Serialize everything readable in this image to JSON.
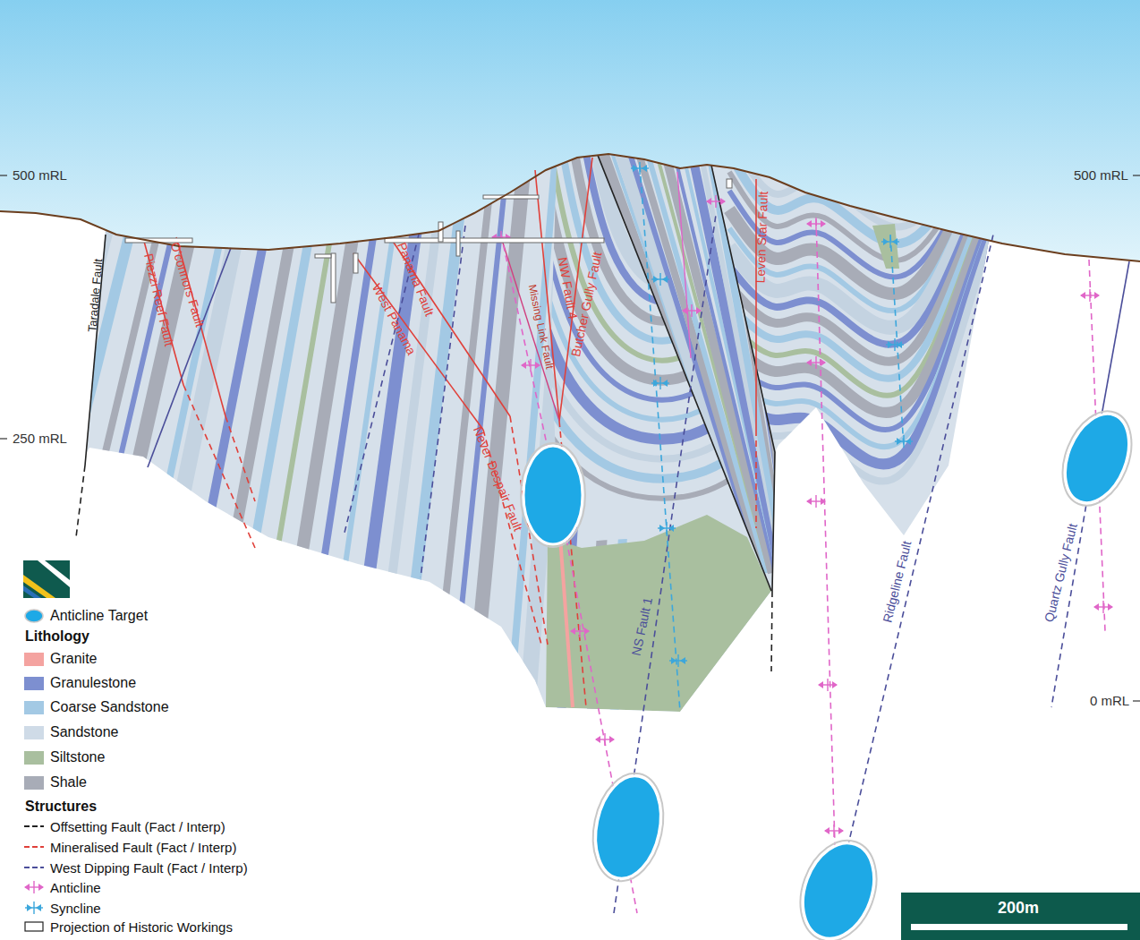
{
  "diagram": {
    "labels": [
      "500 mRL",
      "500 mRL",
      "250 mRL",
      "0 mRL",
      "Taradale Fault",
      "Piezzi Reef Fault",
      "O'connors Fault",
      "West Panama",
      "Panama Fault",
      "Never Despair Fault",
      "Missing Link Fault",
      "NW Fault 4",
      "Butcher Gully Fault",
      "Leven Star Fault",
      "NS Fault 1",
      "Ridgeline Fault",
      "Quartz Gully Fault",
      "Lithology",
      "Structures",
      "200m"
    ],
    "legend": [
      {
        "text": "Anticline Target"
      },
      {
        "text": "Granite",
        "color": "#f4a3a0"
      },
      {
        "text": "Granulestone",
        "color": "#7d8fd0"
      },
      {
        "text": "Coarse Sandstone",
        "color": "#a3c9e4"
      },
      {
        "text": "Sandstone",
        "color": "#cfdbe7"
      },
      {
        "text": "Siltstone",
        "color": "#a9bf9f"
      },
      {
        "text": "Shale",
        "color": "#a8acb7"
      },
      {
        "text": "Offsetting Fault (Fact / Interp)"
      },
      {
        "text": "Mineralised Fault (Fact / Interp)"
      },
      {
        "text": "West Dipping Fault (Fact / Interp)"
      },
      {
        "text": "Anticline"
      },
      {
        "text": "Syncline"
      },
      {
        "text": "Projection of Historic Workings"
      }
    ]
  }
}
